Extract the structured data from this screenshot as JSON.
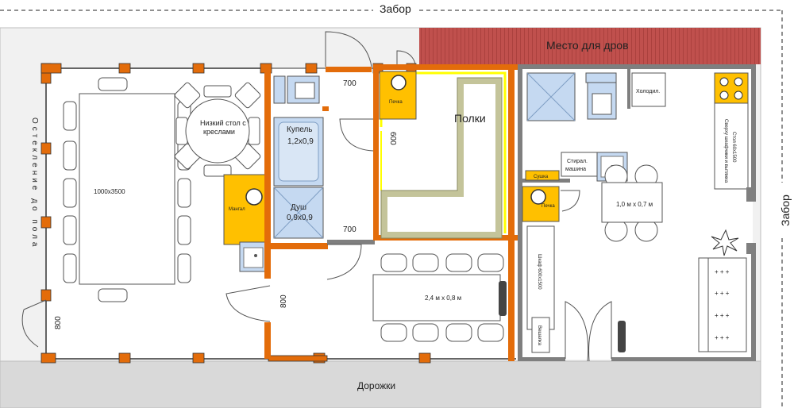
{
  "labels": {
    "fence_top": "Забор",
    "fence_right": "Забор",
    "firewood": "Место для дров",
    "glazing": "Остекление до пола",
    "paths": "Дорожки",
    "table_big": "1000x3500",
    "low_table": "Низкий стол с креслами",
    "font_bath": "Купель",
    "font_bath_size": "1,2x0,9",
    "shower": "Душ",
    "shower_size": "0,9x0,9",
    "grill": "Мангал",
    "stove_sauna": "Печка",
    "shelves": "Полки",
    "dim_700_top": "700",
    "dim_700_mid": "700",
    "dim_600": "600",
    "dim_800_mid": "800",
    "dim_800_left": "800",
    "table_center": "2,4 м х 0,8 м",
    "fridge": "Холодил.",
    "counter_line1": "Стол 60х1500",
    "counter_line2": "Сверху шкафчики и вытяжка",
    "washer_line1": "Стирал.",
    "washer_line2": "машина",
    "dryer": "Сушка",
    "stove_kitchen": "Печка",
    "table_kitchen": "1,0 м х 0,7 м",
    "wardrobe": "Шкаф 600х1500",
    "hanger": "Вешалка"
  },
  "colors": {
    "wall_orange": "#e36c0a",
    "wall_gray": "#7f7f7f",
    "firewood_red": "#b85450",
    "shelf_olive": "#c4c49a",
    "accent_yellow": "#ffc000",
    "plumbing_blue": "#c5d9f1"
  }
}
